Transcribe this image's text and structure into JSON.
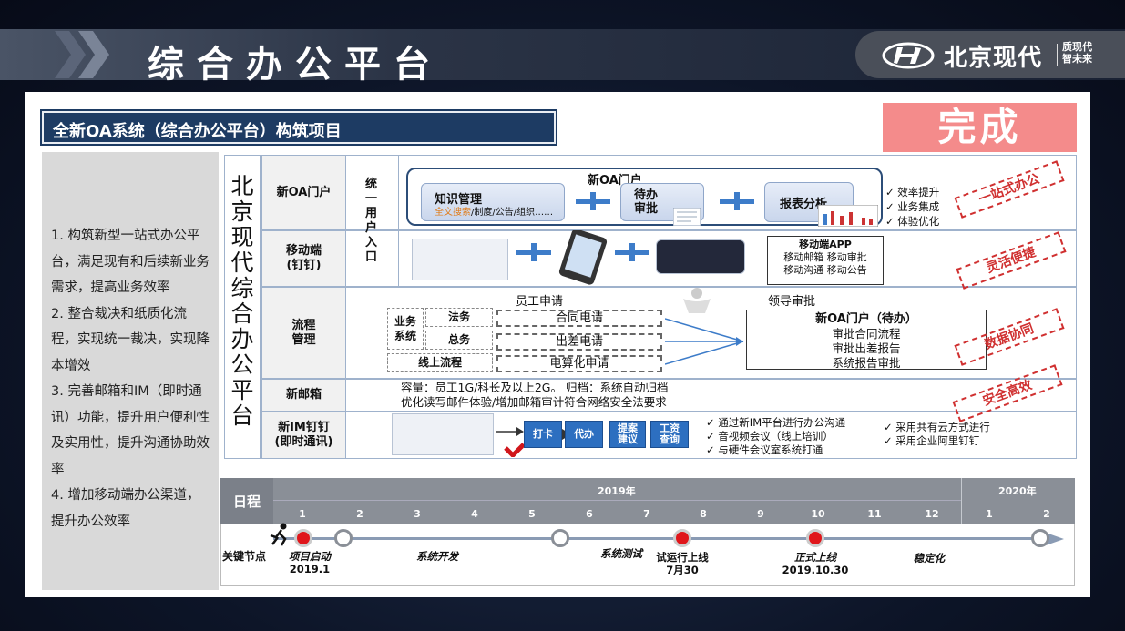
{
  "header": {
    "title": "综合办公平台",
    "logo_text": "北京现代",
    "logo_sub_1": "质现代",
    "logo_sub_2": "智未来"
  },
  "project": {
    "title": "全新OA系统（综合办公平台）构筑项目",
    "status": "完成"
  },
  "goals": [
    "1. 构筑新型一站式办公平台，满足现有和后续新业务需求，提高业务效率",
    "2. 整合裁决和纸质化流程，实现统一裁决，实现降本增效",
    "3. 完善邮箱和IM（即时通讯）功能，提升用户便利性及实用性，提升沟通协助效率",
    "4. 增加移动端办公渠道，提升办公效率"
  ],
  "vertical_label": [
    "北",
    "京",
    "现",
    "代",
    "综",
    "合",
    "办",
    "公",
    "平",
    "台"
  ],
  "entry_label": [
    "统",
    "一",
    "用",
    "户",
    "入",
    "口"
  ],
  "rows": {
    "oa": {
      "label": "新OA门户",
      "portal_title": "新OA门户",
      "knowledge": "知识管理",
      "knowledge_sub_hl": "全文搜索",
      "knowledge_sub": "/制度/公告/组织……",
      "todo_1": "待办",
      "todo_2": "审批",
      "report": "报表分析",
      "checks": [
        "效率提升",
        "业务集成",
        "体验优化"
      ],
      "stamp": "一站式办公"
    },
    "mobile": {
      "label_1": "移动端",
      "label_2": "(钉钉)",
      "app_title": "移动端APP",
      "app_line_1": "移动邮箱  移动审批",
      "app_line_2": "移动沟通  移动公告",
      "stamp": "灵活便捷"
    },
    "flow": {
      "label_1": "流程",
      "label_2": "管理",
      "employee": "员工申请",
      "leader": "领导审批",
      "biz_1": "业务",
      "biz_2": "系统",
      "legal": "法务",
      "general": "总务",
      "online": "线上流程",
      "contract": "合同电请",
      "trip": "出差电请",
      "computer": "电算化申请",
      "pending_title": "新OA门户（待办）",
      "pending_items": [
        "审批合同流程",
        "审批出差报告",
        "系统报告审批"
      ],
      "stamp": "数据协同"
    },
    "mail": {
      "label": "新邮箱",
      "line_1": "容量：员工1G/科长及以上2G。  归档：系统自动归档",
      "line_2": "优化读写邮件体验/增加邮箱审计符合网络安全法要求",
      "stamp": "安全高效"
    },
    "im": {
      "label_1": "新IM钉钉",
      "label_2": "(即时通讯)",
      "buttons": [
        "打卡",
        "代办",
        "提案\n建议",
        "工资\n查询"
      ],
      "checks_left": [
        "通过新IM平台进行办公沟通",
        "音视频会议（线上培训）",
        "与硬件会议室系统打通"
      ],
      "checks_right": [
        "采用共有云方式进行",
        "采用企业阿里钉钉"
      ]
    }
  },
  "schedule": {
    "label": "日程",
    "key_nodes_label": "关键节点",
    "year_2019": "2019年",
    "year_2020": "2020年",
    "months": [
      "1",
      "2",
      "3",
      "4",
      "5",
      "6",
      "7",
      "8",
      "9",
      "10",
      "11",
      "12",
      "1",
      "2"
    ],
    "milestones": {
      "start": "项目启动",
      "start_date": "2019.1",
      "dev": "系统开发",
      "test": "系统测试",
      "trial": "试运行上线",
      "trial_date": "7月30",
      "launch": "正式上线",
      "launch_date": "2019.10.30",
      "stable": "稳定化"
    }
  },
  "colors": {
    "accent_navy": "#1d3b63",
    "done_pink": "#f48b8b",
    "stamp_red": "#d03030",
    "node_red": "#e0161b",
    "link_blue": "#3d7cc9"
  }
}
